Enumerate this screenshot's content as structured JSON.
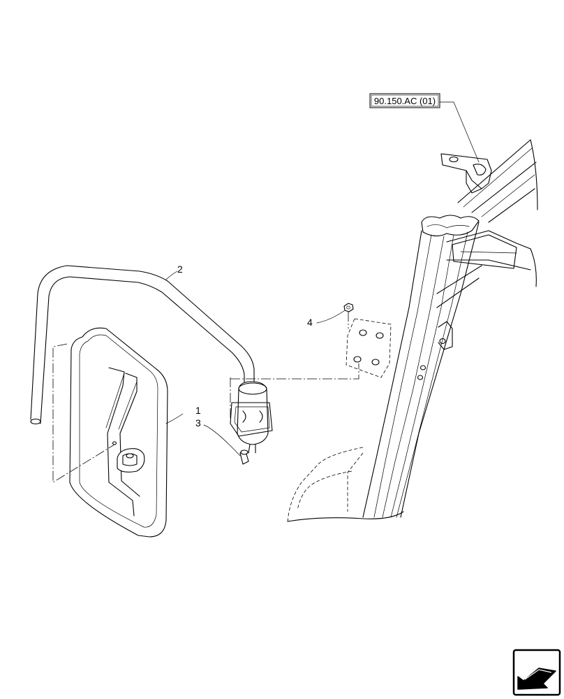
{
  "diagram": {
    "reference": "90.150.AC (01)",
    "callouts": [
      {
        "id": "callout-1",
        "label": "1"
      },
      {
        "id": "callout-2",
        "label": "2"
      },
      {
        "id": "callout-3",
        "label": "3"
      },
      {
        "id": "callout-4",
        "label": "4"
      }
    ],
    "icons": {
      "navigation": "previous-page-arrow-icon"
    }
  }
}
